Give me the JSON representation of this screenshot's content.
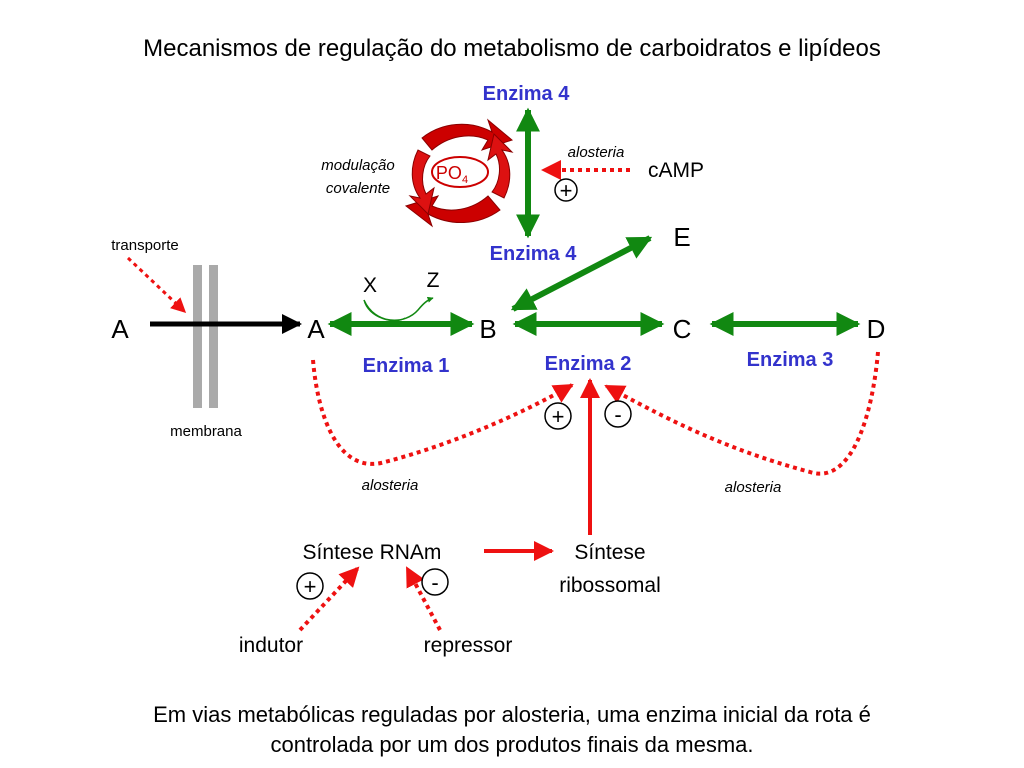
{
  "title": "Mecanismos de regulação do metabolismo de carboidratos e lipídeos",
  "nodes": {
    "a_out": "A",
    "a_in": "A",
    "b": "B",
    "c": "C",
    "d": "D",
    "e": "E",
    "x": "X",
    "z": "Z"
  },
  "enzymes": {
    "e1": "Enzima 1",
    "e2": "Enzima 2",
    "e3": "Enzima 3",
    "e4_top": "Enzima 4",
    "e4_bottom": "Enzima 4"
  },
  "labels": {
    "transporte": "transporte",
    "membrana": "membrana",
    "modulacao_line1": "modulação",
    "modulacao_line2": "covalente",
    "po4": "PO",
    "po4_sub": "4",
    "alosteria_top": "alosteria",
    "camp": "cAMP",
    "alosteria_left": "alosteria",
    "alosteria_right": "alosteria",
    "sintese_rnam": "Síntese RNAm",
    "sintese_ribo_line1": "Síntese",
    "sintese_ribo_line2": "ribossomal",
    "indutor": "indutor",
    "repressor": "repressor"
  },
  "signs": {
    "camp_plus": "+",
    "e2_plus": "+",
    "e2_minus": "-",
    "indutor_plus": "+",
    "repressor_minus": "-"
  },
  "caption": {
    "line1": "Em vias metabólicas reguladas por alosteria, uma enzima inicial da rota é",
    "line2": "controlada por um dos produtos finais da mesma."
  },
  "colors": {
    "green": "#118811",
    "red": "#ee1111",
    "dark_red": "#cc0000",
    "enzyme_blue": "#3333cc",
    "membrane_gray": "#aaaaaa"
  }
}
